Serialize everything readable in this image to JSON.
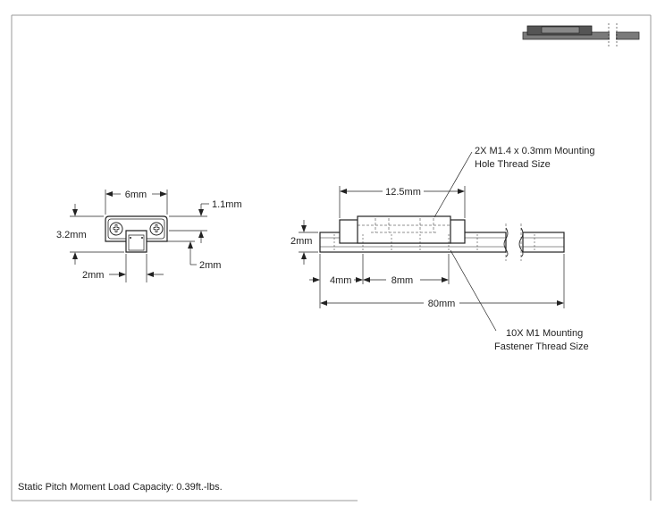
{
  "end_view": {
    "width_label": "6mm",
    "top_offset_label": "1.1mm",
    "height_label": "3.2mm",
    "left_gap_label": "2mm",
    "right_gap_label": "2mm"
  },
  "side_view": {
    "carriage_length_label": "12.5mm",
    "rail_height_label": "2mm",
    "end_spacing_label": "4mm",
    "hole_spacing_label": "8mm",
    "rail_length_label": "80mm"
  },
  "callouts": {
    "hole_thread_line1": "2X M1.4 x 0.3mm Mounting",
    "hole_thread_line2": "Hole Thread Size",
    "fastener_line1": "10X M1 Mounting",
    "fastener_line2": "Fastener Thread Size"
  },
  "footer": {
    "load_capacity": "Static Pitch Moment Load Capacity: 0.39ft.-lbs."
  },
  "colors": {
    "line": "#222222",
    "part_fill": "#d9d9d9",
    "dark_part": "#5a5a5a"
  }
}
